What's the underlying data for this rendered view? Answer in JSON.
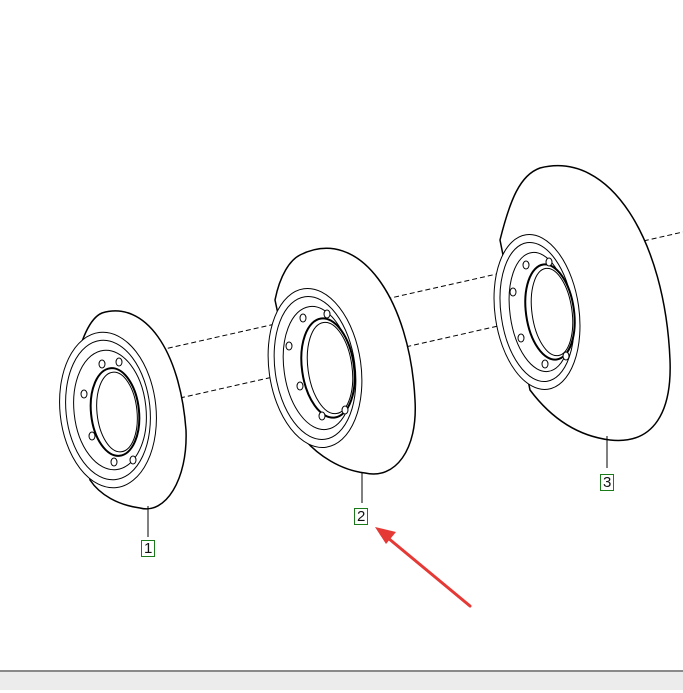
{
  "diagram": {
    "parts": [
      {
        "number": "1",
        "name": "brake-disc-1"
      },
      {
        "number": "2",
        "name": "brake-disc-2"
      },
      {
        "number": "3",
        "name": "brake-disc-3"
      }
    ],
    "highlight_color": "#e53935",
    "callout_border_color": "#1a7a1a",
    "highlighted_part": "2"
  }
}
